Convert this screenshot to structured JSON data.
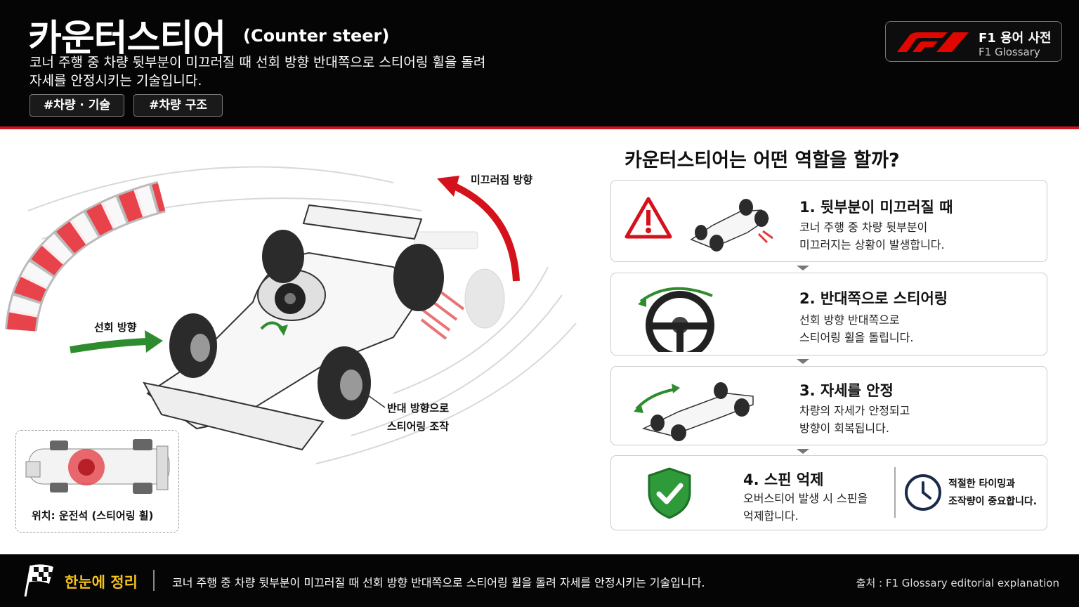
{
  "header": {
    "title": "카운터스티어",
    "title_en": "(Counter steer)",
    "description_line1": "코너 주행 중 차량 뒷부분이 미끄러질 때 선회 방향 반대쪽으로 스티어링 휠을 돌려",
    "description_line2": "자세를 안정시키는 기술입니다.",
    "tags": [
      "#차량 · 기술",
      "#차량 구조"
    ],
    "brand_ko": "F1 용어 사전",
    "brand_en": "F1 Glossary"
  },
  "illustration": {
    "slide_direction_label": "미끄러짐 방향",
    "turn_direction_label": "선회 방향",
    "counter_label_line1": "반대 방향으로",
    "counter_label_line2": "스티어링 조작",
    "location_label": "위치: 운전석 (스티어링 휠)"
  },
  "panel": {
    "title": "카운터스티어는 어떤 역할을 할까?",
    "steps": [
      {
        "title": "1. 뒷부분이 미끄러질 때",
        "line1": "코너 주행 중 차량 뒷부분이",
        "line2": "미끄러지는 상황이 발생합니다.",
        "icon": "warning-icon"
      },
      {
        "title": "2. 반대쪽으로 스티어링",
        "line1": "선회 방향 반대쪽으로",
        "line2": "스티어링 휠을 돌립니다.",
        "icon": "steering-wheel-icon"
      },
      {
        "title": "3. 자세를 안정",
        "line1": "차량의 자세가 안정되고",
        "line2": "방향이 회복됩니다.",
        "icon": "car-icon"
      },
      {
        "title": "4. 스핀 억제",
        "line1": "오버스티어 발생 시 스핀을",
        "line2": "억제합니다.",
        "icon": "shield-check-icon"
      }
    ],
    "tip_line1": "적절한 타이밍과",
    "tip_line2": "조작량이 중요합니다."
  },
  "footer": {
    "label": "한눈에 정리",
    "summary": "코너 주행 중 차량 뒷부분이 미끄러질 때 선회 방향 반대쪽으로 스티어링 휠을 돌려 자세를 안정시키는 기술입니다.",
    "source": "출처 : F1 Glossary editorial explanation"
  },
  "colors": {
    "accent_red": "#d4121b",
    "green": "#2e8b2e",
    "footer_yellow": "#f4c21c"
  }
}
